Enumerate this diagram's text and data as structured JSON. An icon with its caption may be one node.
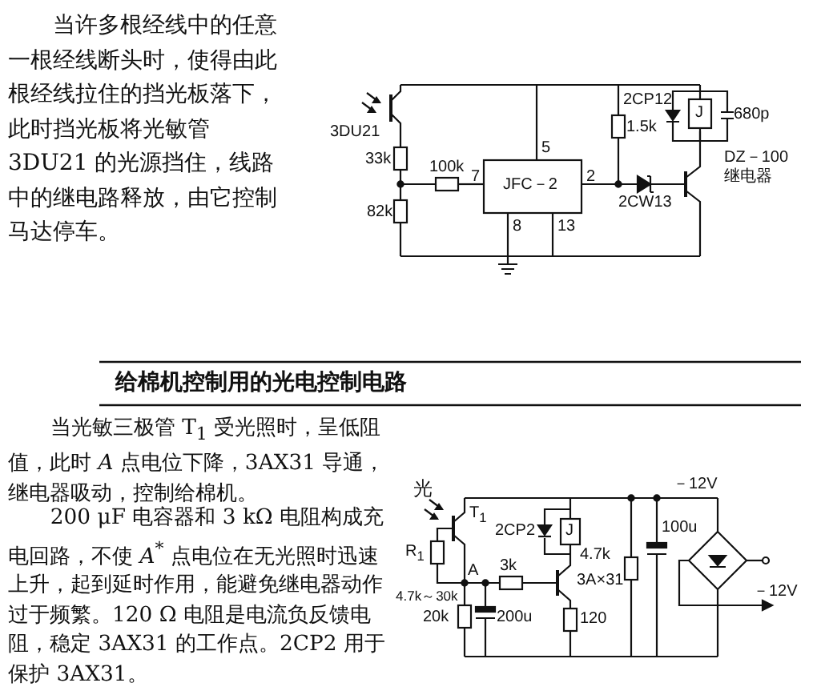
{
  "diagram": {
    "labels": [
      "当许多根经线中的任意一根经线断头时，使得由此根经线拉住的挡光板落下，此时挡光板将光敏管 3DU21 的光源挡住，线路中的继电路释放，由它控制马达停车。",
      "3DU21",
      "33k",
      "82k",
      "100k",
      "7",
      "JFC－2",
      "5",
      "2",
      "8",
      "13",
      "2CP12",
      "1.5k",
      "J",
      "680p",
      "DZ－100",
      "继电器",
      "2CW13",
      "给棉机控制用的光电控制电路",
      "当光敏三极管 T$_{1}$ 受光照时，呈低阻值，此时 *A* 点电位下降，3AX31 导通，继电器吸动，控制给棉机。",
      "200 μF 电容器和 3 kΩ 电阻构成充电回路，不使 *A*$^{*}$ 点电位在无光照时迅速上升，起到延时作用，能避免继电器动作过于频繁。120 Ω 电阻是电流负反馈电阻，稳定 3AX31 的工作点。2CP2 用于保护 3AX31。",
      "光",
      "T$_{1}$",
      "R$_{1}$",
      "4.7k～30k",
      "A",
      "20k",
      "3k",
      "200u",
      "2CP2",
      "J",
      "3A×31",
      "120",
      "4.7k",
      "100u",
      "－12V",
      "－12V"
    ]
  }
}
